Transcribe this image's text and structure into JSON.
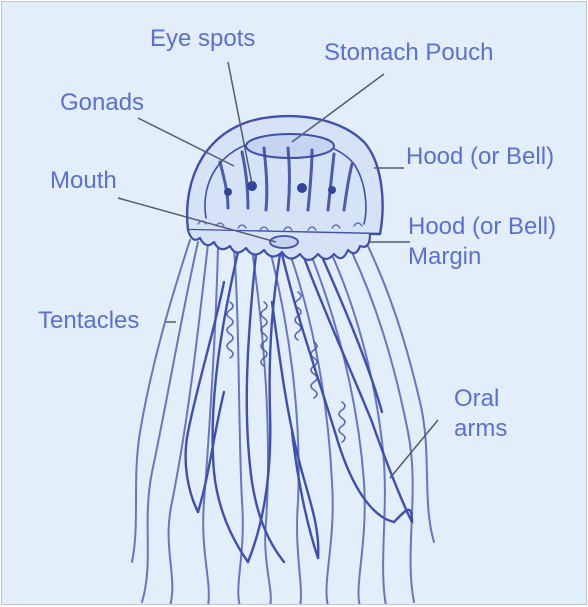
{
  "diagram": {
    "labels": {
      "eye_spots": "Eye spots",
      "stomach_pouch": "Stomach Pouch",
      "gonads": "Gonads",
      "hood": "Hood (or Bell)",
      "mouth": "Mouth",
      "hood_margin_line1": "Hood (or Bell)",
      "hood_margin_line2": "Margin",
      "tentacles": "Tentacles",
      "oral_arms_line1": "Oral",
      "oral_arms_line2": "arms"
    },
    "colors": {
      "background": "#e2eefa",
      "label_text": "#5b6fd6",
      "drawing_stroke": "#3f4fb0",
      "pointer_line": "#555a70"
    }
  }
}
